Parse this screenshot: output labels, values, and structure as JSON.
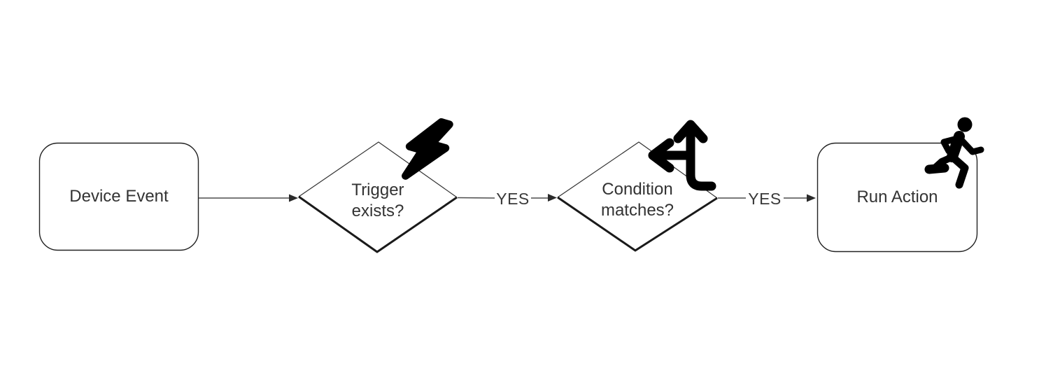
{
  "diagram": {
    "type": "flowchart",
    "direction": "left-to-right",
    "colors": {
      "background": "#ffffff",
      "node_border": "#222222",
      "decision_shadow_edge": "#1a1a1a",
      "connector": "#4d4d4d",
      "arrowhead": "#2b2b2b",
      "icon": "#000000",
      "text": "#333333"
    },
    "nodes": [
      {
        "id": "device-event",
        "type": "rounded-rect",
        "label": "Device Event",
        "icon": ""
      },
      {
        "id": "trigger-exists",
        "type": "decision",
        "label": "Trigger exists?",
        "label_line1": "Trigger",
        "label_line2": "exists?",
        "icon": "lightning-bolt-icon"
      },
      {
        "id": "condition-matches",
        "type": "decision",
        "label": "Condition matches?",
        "label_line1": "Condition",
        "label_line2": "matches?",
        "icon": "arrows-split-up-left-icon"
      },
      {
        "id": "run-action",
        "type": "rounded-rect",
        "label": "Run Action",
        "icon": "person-running-icon"
      }
    ],
    "edges": [
      {
        "from": "device-event",
        "to": "trigger-exists",
        "label": ""
      },
      {
        "from": "trigger-exists",
        "to": "condition-matches",
        "label": "YES"
      },
      {
        "from": "condition-matches",
        "to": "run-action",
        "label": "YES"
      }
    ]
  }
}
